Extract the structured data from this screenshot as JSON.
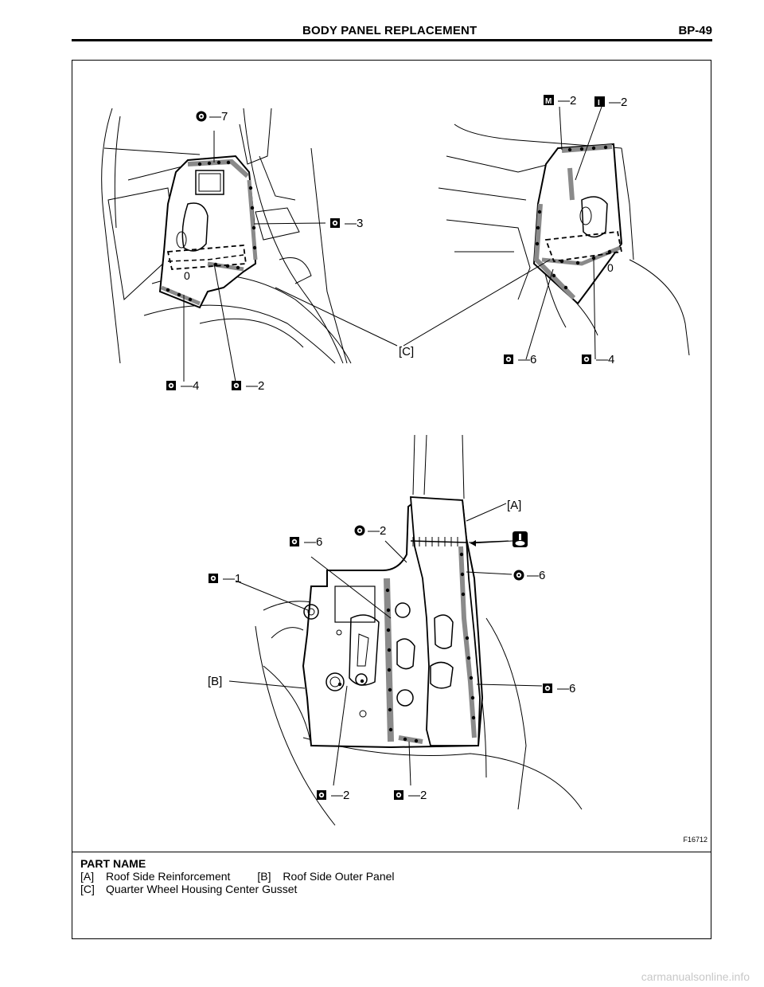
{
  "header": {
    "title": "BODY PANEL REPLACEMENT",
    "page": "BP-49"
  },
  "figure_id": "F16712",
  "callouts": {
    "top_left_7": "7",
    "top_left_3": "3",
    "top_left_4": "4",
    "top_left_2": "2",
    "top_right_m2": "2",
    "top_right_i2": "2",
    "top_right_6": "6",
    "top_right_4": "4",
    "gusset_label": "[C]",
    "bottom_a_label": "[A]",
    "bottom_b_label": "[B]",
    "bottom_6_left": "6",
    "bottom_2_top": "2",
    "bottom_1": "1",
    "bottom_6_right_upper": "6",
    "bottom_6_right_lower": "6",
    "bottom_2_left": "2",
    "bottom_2_right": "2"
  },
  "weld_symbols": {
    "m": "M",
    "i": "I"
  },
  "parts": {
    "heading": "PART NAME",
    "a_code": "[A]",
    "a_name": "Roof Side Reinforcement",
    "b_code": "[B]",
    "b_name": "Roof Side Outer Panel",
    "c_code": "[C]",
    "c_name": "Quarter Wheel Housing Center Gusset"
  },
  "watermark": "carmanualsonline.info"
}
